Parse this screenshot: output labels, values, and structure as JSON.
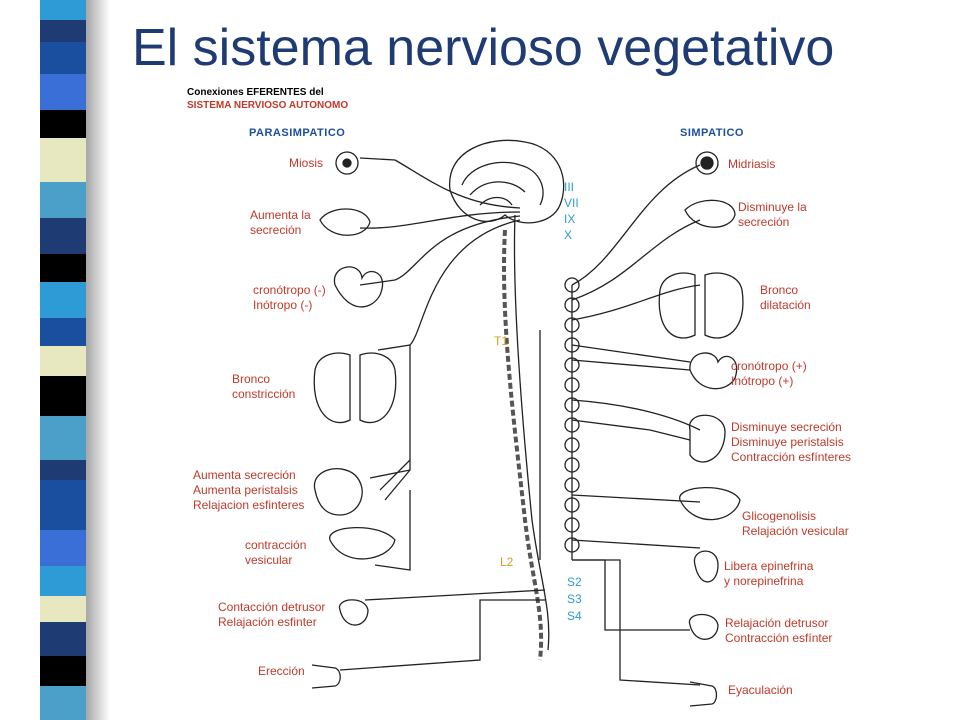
{
  "title": "El sistema nervioso vegetativo",
  "header": {
    "line1": "Conexiones EFERENTES del",
    "line2": "SISTEMA NERVIOSO AUTONOMO"
  },
  "sections": {
    "left": "PARASIMPATICO",
    "right": "SIMPATICO"
  },
  "cranial_nerves": [
    "III",
    "VII",
    "IX",
    "X"
  ],
  "levels": {
    "t1": "T1",
    "l2": "L2"
  },
  "sacral": [
    "S2",
    "S3",
    "S4"
  ],
  "parasympathetic": [
    {
      "text": "Miosis"
    },
    {
      "text": "Aumenta la\nsecreción"
    },
    {
      "text": "cronótropo (-)\nInótropo (-)"
    },
    {
      "text": "Bronco\nconstricción"
    },
    {
      "text": "Aumenta secreción\nAumenta peristalsis\nRelajacion esfinteres"
    },
    {
      "text": "contracción\nvesicular"
    },
    {
      "text": "Contacción detrusor\nRelajación esfinter"
    },
    {
      "text": "Erección"
    }
  ],
  "sympathetic": [
    {
      "text": "Midriasis"
    },
    {
      "text": "Disminuye la\nsecreción"
    },
    {
      "text": "Bronco\ndilatación"
    },
    {
      "text": "cronótropo (+)\nInótropo (+)"
    },
    {
      "text": "Disminuye secreción\nDisminuye peristalsis\nContracción esfínteres"
    },
    {
      "text": "Glicogenolisis\nRelajación vesicular"
    },
    {
      "text": "Libera epinefrina\ny norepinefrina"
    },
    {
      "text": "Relajación detrusor\nContracción esfínter"
    },
    {
      "text": "Eyaculación"
    }
  ],
  "colors": {
    "title": "#1f3b73",
    "label": "#c0392b",
    "section": "#1b4fa0",
    "nerve": "#2e9bd6",
    "level": "#d4a017"
  }
}
